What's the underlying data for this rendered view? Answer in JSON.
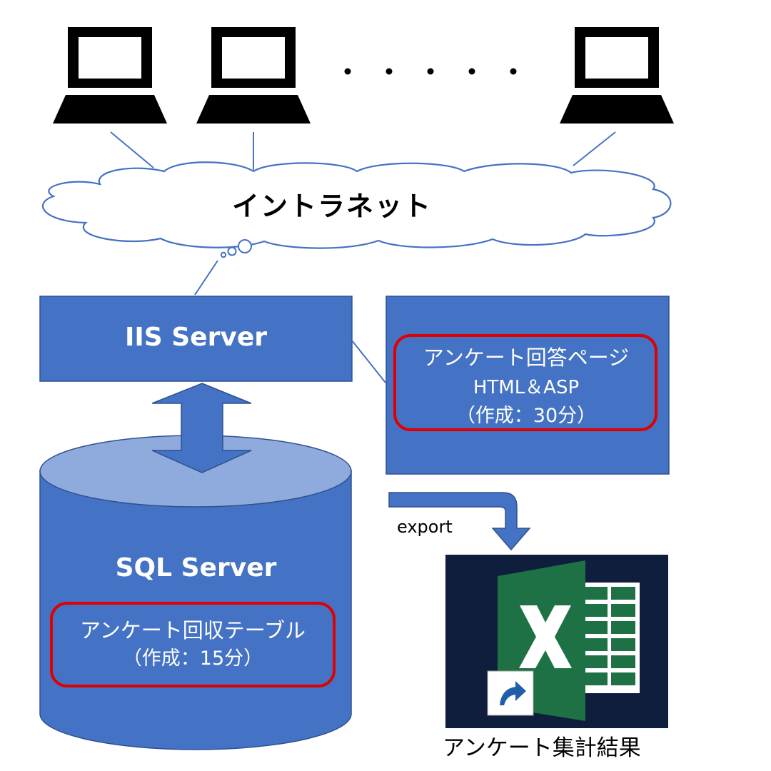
{
  "intranet": {
    "label": "イントラネット",
    "dots": "・・・・・"
  },
  "iis_server": {
    "label": "IIS Server"
  },
  "survey_page": {
    "title": "アンケート回答ページ",
    "tech": "HTML＆ASP",
    "time": "（作成：30分）"
  },
  "sql_server": {
    "label": "SQL Server"
  },
  "survey_table": {
    "title": "アンケート回収テーブル",
    "time": "（作成：15分）"
  },
  "export": {
    "label": "export"
  },
  "excel": {
    "caption": "アンケート集計結果",
    "icon": "excel-icon"
  },
  "colors": {
    "box_fill": "#4472C4",
    "box_stroke": "#2F528F",
    "highlight": "#E00000",
    "cylinder_top": "#8FAADC",
    "excel_bg": "#0F1E3D",
    "excel_green": "#1E7145"
  }
}
